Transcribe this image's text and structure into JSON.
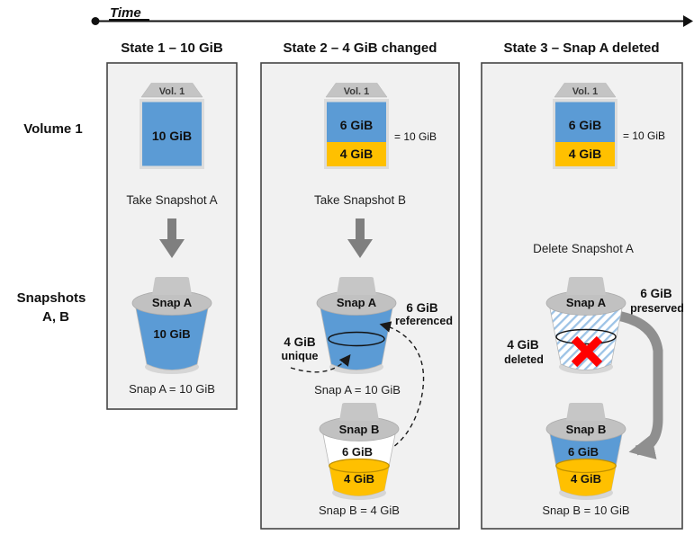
{
  "timeline": {
    "label": "Time"
  },
  "row_labels": {
    "volume": "Volume 1",
    "snapshots_line1": "Snapshots",
    "snapshots_line2": "A, B"
  },
  "states": [
    {
      "header": "State 1 – 10 GiB",
      "volume": {
        "tag": "Vol. 1",
        "segment1": "10 GiB"
      },
      "action": "Take Snapshot A",
      "snap_a": {
        "name": "Snap A",
        "content": "10 GiB",
        "caption": "Snap A = 10 GiB"
      }
    },
    {
      "header": "State 2 – 4 GiB changed",
      "volume": {
        "tag": "Vol. 1",
        "segment1": "6 GiB",
        "segment2": "4 GiB",
        "total": "= 10 GiB"
      },
      "action": "Take Snapshot B",
      "snap_a": {
        "name": "Snap A",
        "caption": "Snap A = 10 GiB"
      },
      "annotation_left": {
        "line1": "4 GiB",
        "line2": "unique"
      },
      "annotation_right": {
        "line1": "6 GiB",
        "line2": "referenced"
      },
      "snap_b": {
        "name": "Snap B",
        "segment1": "6 GiB",
        "segment2": "4 GiB",
        "caption": "Snap B = 4 GiB"
      }
    },
    {
      "header": "State 3 – Snap A deleted",
      "volume": {
        "tag": "Vol. 1",
        "segment1": "6 GiB",
        "segment2": "4 GiB",
        "total": "= 10 GiB"
      },
      "action": "Delete Snapshot A",
      "snap_a": {
        "name": "Snap A"
      },
      "annotation_left": {
        "line1": "4 GiB",
        "line2": "deleted"
      },
      "annotation_right": {
        "line1": "6 GiB",
        "line2": "preserved"
      },
      "snap_b": {
        "name": "Snap B",
        "segment1": "6 GiB",
        "segment2": "4 GiB",
        "caption": "Snap B = 10 GiB"
      }
    }
  ],
  "colors": {
    "volume_blue": "#5B9BD5",
    "changed_orange": "#FFC000",
    "orange_edge": "#BF9000",
    "bucket_gray": "#C1C1C1",
    "arrow_gray": "#7F7F7F",
    "thick_arrow_gray": "#8F8F8F",
    "delete_red": "#FF0000",
    "hatch_blue": "#9DC3E6",
    "panel_bg": "#F1F1F1"
  }
}
